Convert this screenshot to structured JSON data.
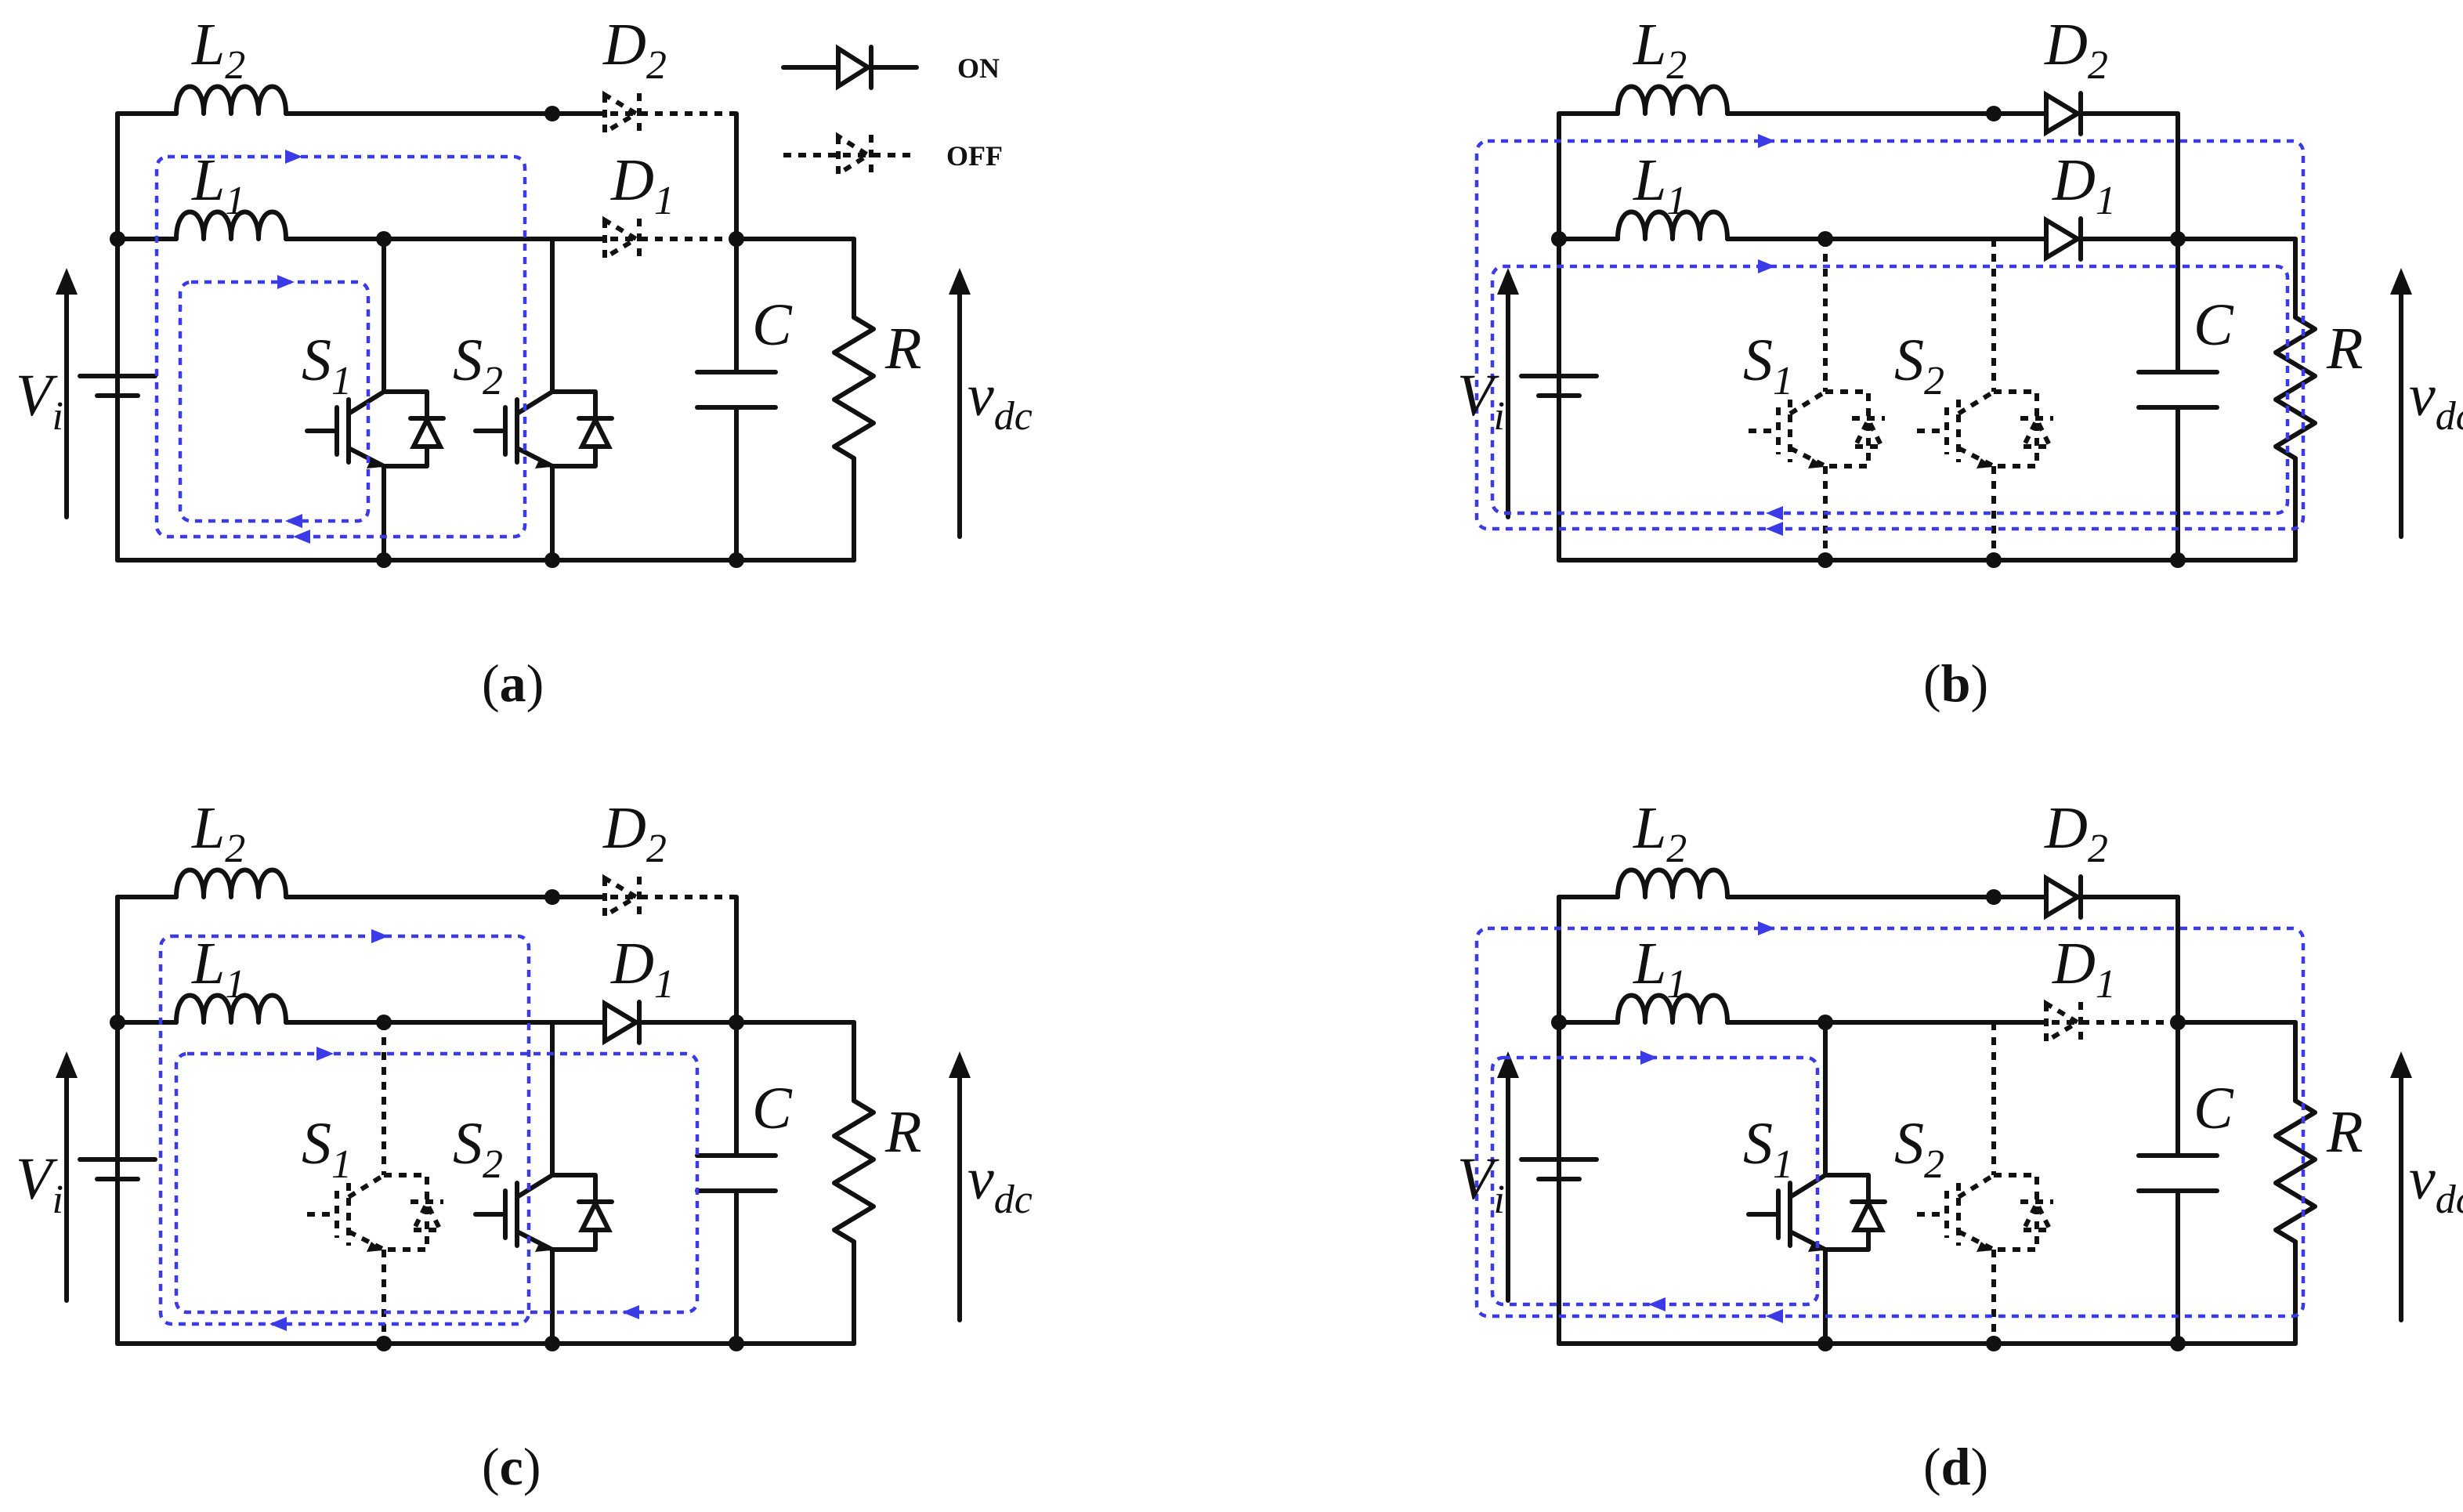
{
  "legend": {
    "on": "ON",
    "off": "OFF"
  },
  "labels": {
    "L2": {
      "main": "L",
      "sub": "2"
    },
    "L1": {
      "main": "L",
      "sub": "1"
    },
    "D2": {
      "main": "D",
      "sub": "2"
    },
    "D1": {
      "main": "D",
      "sub": "1"
    },
    "S1": {
      "main": "S",
      "sub": "1"
    },
    "S2": {
      "main": "S",
      "sub": "2"
    },
    "Vi": {
      "main": "V",
      "sub": "i"
    },
    "C": "C",
    "R": "R",
    "vdc": {
      "main": "v",
      "sub": "dc"
    }
  },
  "panels": [
    {
      "id": "a",
      "open": "(",
      "letter": "a",
      "close": ")",
      "states": {
        "S1": "on",
        "S2": "on",
        "D1": "off",
        "D2": "off"
      }
    },
    {
      "id": "b",
      "open": "(",
      "letter": "b",
      "close": ")",
      "states": {
        "S1": "off",
        "S2": "off",
        "D1": "on",
        "D2": "on"
      }
    },
    {
      "id": "c",
      "open": "(",
      "letter": "c",
      "close": ")",
      "states": {
        "S1": "off",
        "S2": "on",
        "D1": "on",
        "D2": "off"
      }
    },
    {
      "id": "d",
      "open": "(",
      "letter": "d",
      "close": ")",
      "states": {
        "S1": "on",
        "S2": "off",
        "D1": "off",
        "D2": "on"
      }
    }
  ],
  "colors": {
    "wire": "#111111",
    "current_path": "#3a3ae6"
  }
}
